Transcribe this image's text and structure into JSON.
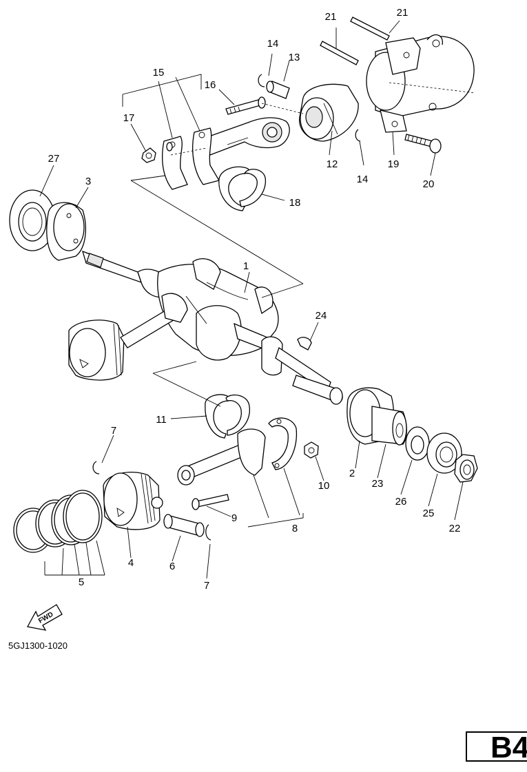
{
  "diagram": {
    "callouts": {
      "c1": "1",
      "c2": "2",
      "c3": "3",
      "c4": "4",
      "c5": "5",
      "c6": "6",
      "c7a": "7",
      "c7b": "7",
      "c8": "8",
      "c9": "9",
      "c10": "10",
      "c11": "11",
      "c12": "12",
      "c13": "13",
      "c14a": "14",
      "c14b": "14",
      "c15": "15",
      "c16": "16",
      "c17": "17",
      "c18": "18",
      "c19": "19",
      "c20": "20",
      "c21a": "21",
      "c21b": "21",
      "c22": "22",
      "c23": "23",
      "c24": "24",
      "c25": "25",
      "c26": "26",
      "c27": "27"
    },
    "fwd_label": "FWD",
    "diagram_code": "5GJ1300-1020",
    "page_badge": "B4"
  }
}
